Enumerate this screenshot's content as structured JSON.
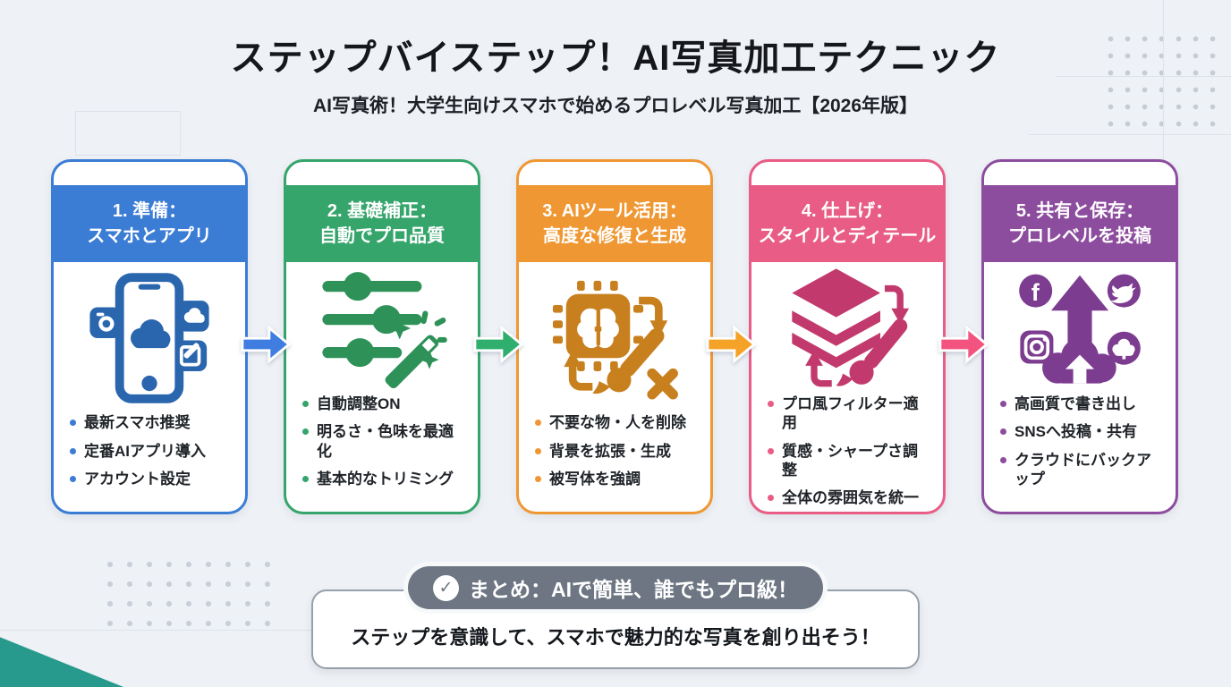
{
  "header": {
    "title": "ステップバイステップ！AI写真加工テクニック",
    "subtitle": "AI写真術！大学生向けスマホで始めるプロレベル写真加工【2026年版】"
  },
  "steps": [
    {
      "title": "1. 準備：\nスマホとアプリ",
      "icon": "smartphone-apps-icon",
      "accent": "#3b7cd5",
      "icon_color": "#2a66ae",
      "bullets": [
        "最新スマホ推奨",
        "定番AIアプリ導入",
        "アカウント設定"
      ]
    },
    {
      "title": "2. 基礎補正：\n自動でプロ品質",
      "icon": "adjust-sliders-wand-icon",
      "accent": "#35a56b",
      "icon_color": "#2e9158",
      "bullets": [
        "自動調整ON",
        "明るさ・色味を最適化",
        "基本的なトリミング"
      ]
    },
    {
      "title": "3. AIツール活用：\n高度な修復と生成",
      "icon": "ai-chip-brush-icon",
      "accent": "#ef9732",
      "icon_color": "#c8801f",
      "bullets": [
        "不要な物・人を削除",
        "背景を拡張・生成",
        "被写体を強調"
      ]
    },
    {
      "title": "4. 仕上げ：\nスタイルとディテール",
      "icon": "layers-brush-icon",
      "accent": "#e85c85",
      "icon_color": "#c23a6d",
      "bullets": [
        "プロ風フィルター適用",
        "質感・シャープさ調整",
        "全体の雰囲気を統一"
      ]
    },
    {
      "title": "5. 共有と保存：\nプロレベルを投稿",
      "icon": "social-upload-cloud-icon",
      "accent": "#8d4d9e",
      "icon_color": "#7c3c90",
      "bullets": [
        "高画質で書き出し",
        "SNSへ投稿・共有",
        "クラウドにバックアップ"
      ]
    }
  ],
  "arrows": [
    {
      "color": "#3f7de0"
    },
    {
      "color": "#2fae6e"
    },
    {
      "color": "#f5a229"
    },
    {
      "color": "#f3537f"
    }
  ],
  "summary": {
    "badge_label": "まとめ：AIで簡単、誰でもプロ級！",
    "message": "ステップを意識して、スマホで魅力的な写真を創り出そう！",
    "badge_color": "#6d7682",
    "check_glyph": "✓"
  }
}
